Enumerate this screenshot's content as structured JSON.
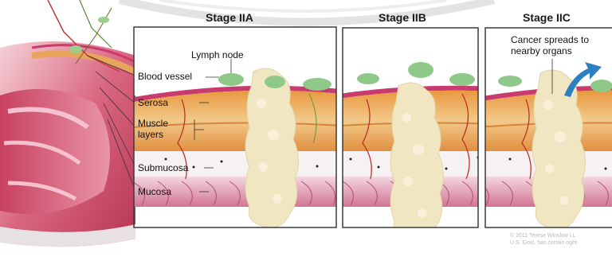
{
  "stages": [
    {
      "title": "Stage IIA"
    },
    {
      "title": "Stage IIB"
    },
    {
      "title": "Stage IIC"
    }
  ],
  "labels": {
    "lymph_node": "Lymph node",
    "blood_vessel": "Blood vessel",
    "serosa": "Serosa",
    "muscle_layers_line1": "Muscle",
    "muscle_layers_line2": "layers",
    "submucosa": "Submucosa",
    "mucosa": "Mucosa",
    "spread_line1": "Cancer spreads to",
    "spread_line2": "nearby organs"
  },
  "credit": {
    "line1": "© 2011 Terese Winslow LL",
    "line2": "U.S. Govt. has certain right"
  },
  "colors": {
    "frame": "#3a3a3a",
    "serosa": "#c93a6e",
    "muscle": "#e8a15a",
    "submucosa": "#f4eef0",
    "mucosa": "#d98aa6",
    "tumor": "#f1e6c2",
    "lymph_node": "#8fc98a",
    "arrow": "#2c7fc0"
  }
}
